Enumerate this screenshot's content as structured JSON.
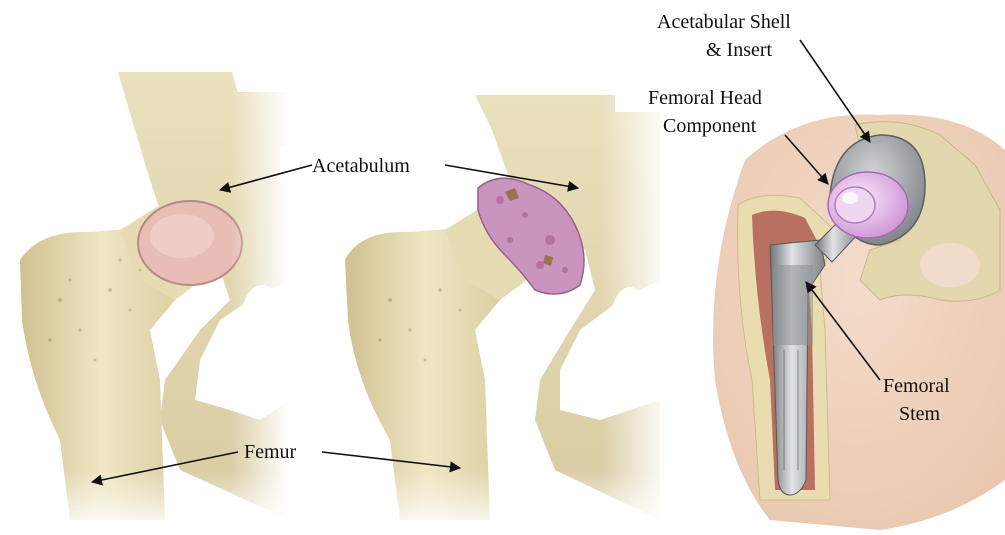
{
  "labels": {
    "acetabulum": "Acetabulum",
    "femur": "Femur",
    "acetabular_shell_line1": "Acetabular Shell",
    "acetabular_shell_line2": "& Insert",
    "femoral_head_line1": "Femoral Head",
    "femoral_head_line2": "Component",
    "femoral_stem_line1": "Femoral",
    "femoral_stem_line2": "Stem"
  },
  "panels": [
    {
      "id": "healthy-hip",
      "caption": ""
    },
    {
      "id": "arthritic-hip",
      "caption": ""
    },
    {
      "id": "hip-replacement",
      "caption": ""
    }
  ],
  "colors": {
    "bone": "#e8dcb0",
    "bone_shadow": "#c9b987",
    "cartilage": "#e5b7b1",
    "damaged_cartilage": "#c98fb6",
    "marrow": "#b86a5a",
    "soft_tissue": "#f2d9c6",
    "metal": "#b4b6ba",
    "liner": "#e8c8e8",
    "arrow": "#111111"
  }
}
